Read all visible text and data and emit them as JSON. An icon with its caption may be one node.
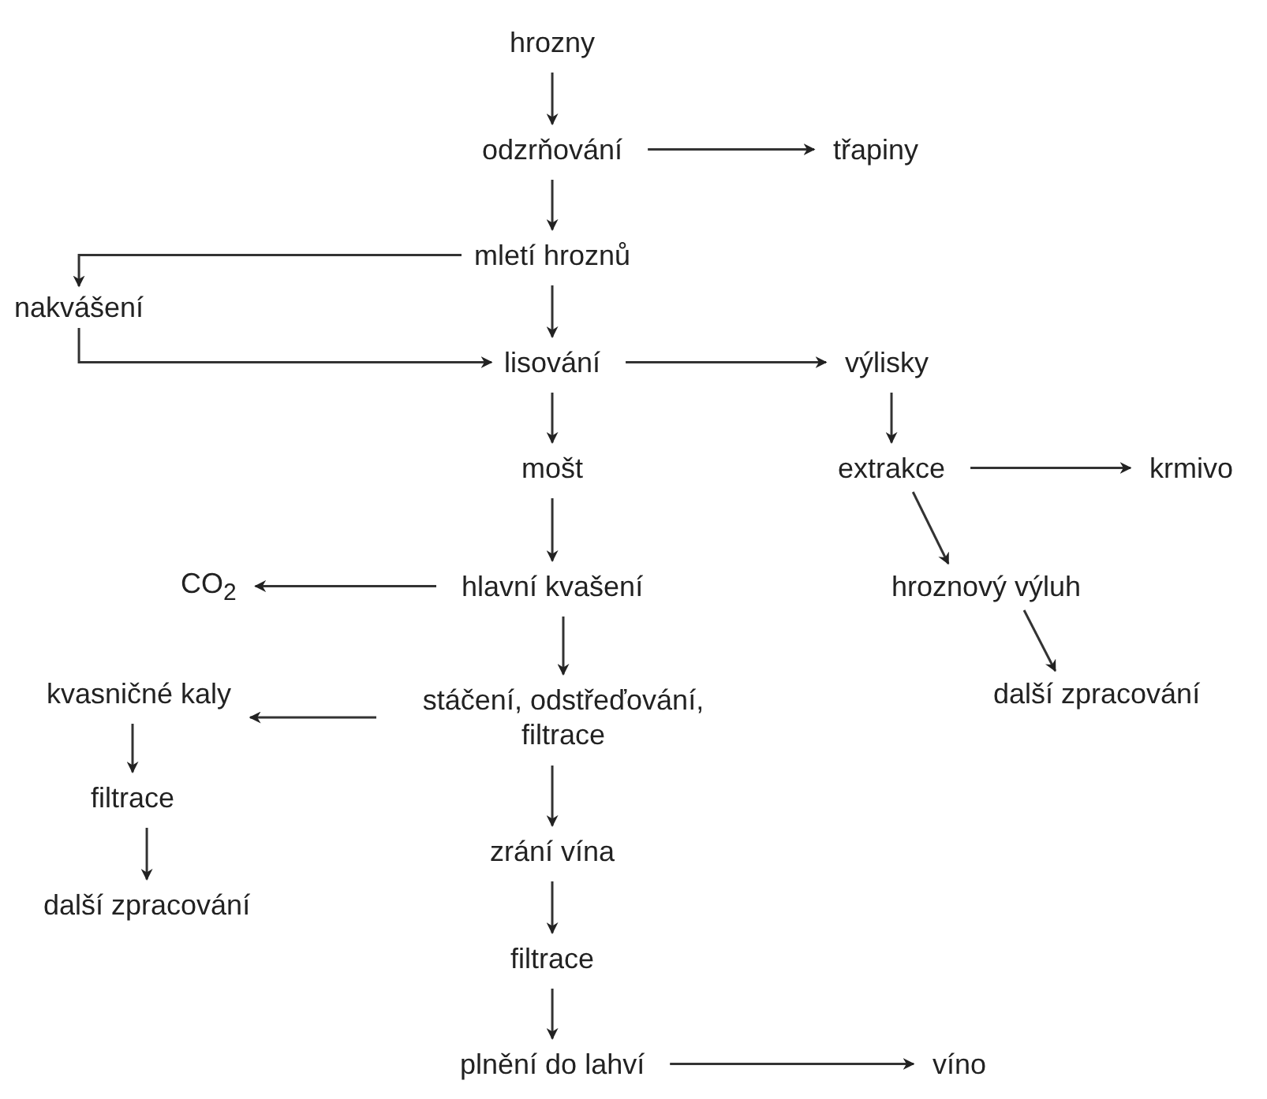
{
  "diagram": {
    "nodes": [
      {
        "text": [
          "hrozny"
        ]
      },
      {
        "text": [
          "odzrňování"
        ]
      },
      {
        "text": [
          "třapiny"
        ]
      },
      {
        "text": [
          "mletí hroznů"
        ]
      },
      {
        "text": [
          "nakvášení"
        ]
      },
      {
        "text": [
          "lisování"
        ]
      },
      {
        "text": [
          "výlisky"
        ]
      },
      {
        "text": [
          "mošt"
        ]
      },
      {
        "text": [
          "extrakce"
        ]
      },
      {
        "text": [
          "krmivo"
        ]
      },
      {
        "text": [
          "hlavní kvašení"
        ]
      },
      {
        "text": [
          "CO$_{2}$"
        ]
      },
      {
        "text": [
          "hroznový výluh"
        ]
      },
      {
        "text": [
          "stáčení, odstřeďování, filtrace"
        ]
      },
      {
        "text": [
          "kvasničné kaly"
        ]
      },
      {
        "text": [
          "další zpracování"
        ]
      },
      {
        "text": [
          "filtrace"
        ]
      },
      {
        "text": [
          "další zpracování"
        ]
      },
      {
        "text": [
          "zrání vína"
        ]
      },
      {
        "text": [
          "filtrace"
        ]
      },
      {
        "text": [
          "plnění do lahví"
        ]
      },
      {
        "text": [
          "víno"
        ]
      }
    ],
    "edges": [
      {
        "from": 0,
        "to": 1,
        "arrow": "to"
      },
      {
        "from": 1,
        "to": 2,
        "arrow": "to"
      },
      {
        "from": 1,
        "to": 3,
        "arrow": "to"
      },
      {
        "from": 3,
        "to": 4,
        "arrow": "to"
      },
      {
        "from": 4,
        "to": 5,
        "arrow": "to"
      },
      {
        "from": 3,
        "to": 5,
        "arrow": "to"
      },
      {
        "from": 5,
        "to": 6,
        "arrow": "to"
      },
      {
        "from": 5,
        "to": 7,
        "arrow": "to"
      },
      {
        "from": 6,
        "to": 8,
        "arrow": "to"
      },
      {
        "from": 8,
        "to": 9,
        "arrow": "to"
      },
      {
        "from": 8,
        "to": 12,
        "arrow": "to"
      },
      {
        "from": 12,
        "to": 15,
        "arrow": "to"
      },
      {
        "from": 7,
        "to": 10,
        "arrow": "to"
      },
      {
        "from": 10,
        "to": 11,
        "arrow": "to"
      },
      {
        "from": 10,
        "to": 13,
        "arrow": "to"
      },
      {
        "from": 13,
        "to": 14,
        "arrow": "to"
      },
      {
        "from": 14,
        "to": 16,
        "arrow": "to"
      },
      {
        "from": 16,
        "to": 17,
        "arrow": "to"
      },
      {
        "from": 13,
        "to": 18,
        "arrow": "to"
      },
      {
        "from": 18,
        "to": 19,
        "arrow": "to"
      },
      {
        "from": 19,
        "to": 20,
        "arrow": "to"
      },
      {
        "from": 20,
        "to": 21,
        "arrow": "to"
      }
    ]
  }
}
